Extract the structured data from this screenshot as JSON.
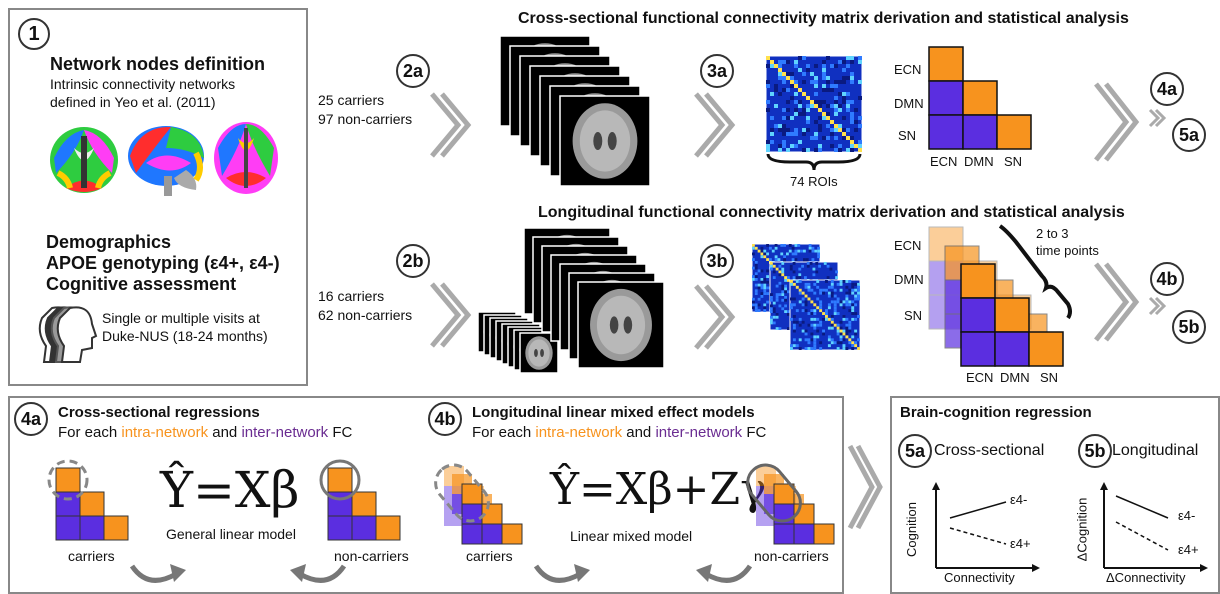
{
  "step1": {
    "number": "1",
    "title": "Network nodes definition",
    "desc_line1": "Intrinsic connectivity networks",
    "desc_line2": "defined in Yeo et al. (2011)",
    "demographics": "Demographics",
    "apoe": "APOE genotyping (ε4+, ε4-)",
    "cognitive": "Cognitive assessment",
    "visits_line1": "Single or multiple visits at",
    "visits_line2": "Duke-NUS (18-24 months)"
  },
  "cross": {
    "title": "Cross-sectional functional connectivity matrix derivation and statistical analysis",
    "step2": "2a",
    "carriers": "25 carriers",
    "noncarriers": "97 non-carriers",
    "step3": "3a",
    "rois": "74 ROIs",
    "step4": "4a",
    "step5": "5a"
  },
  "long": {
    "title": "Longitudinal functional connectivity matrix derivation and statistical analysis",
    "step2": "2b",
    "carriers": "16 carriers",
    "noncarriers": "62 non-carriers",
    "step3": "3b",
    "timepoints_line1": "2 to 3",
    "timepoints_line2": "time points",
    "step4": "4b",
    "step5": "5b"
  },
  "networks": {
    "ecn": "ECN",
    "dmn": "DMN",
    "sn": "SN"
  },
  "panel4a": {
    "badge": "4a",
    "title": "Cross-sectional regressions",
    "for_each": "For each ",
    "intra": "intra-network",
    "and": " and ",
    "inter": "inter-network",
    "fc": " FC",
    "model": "General linear model",
    "carriers": "carriers",
    "noncarriers": "non-carriers",
    "eq_lhs": "Ŷ",
    "eq_rhs": "=Xβ"
  },
  "panel4b": {
    "badge": "4b",
    "title": "Longitudinal linear mixed effect models",
    "for_each": "For each ",
    "intra": "intra-network",
    "and": " and ",
    "inter": "inter-network",
    "fc": " FC",
    "model": "Linear mixed model",
    "carriers": "carriers",
    "noncarriers": "non-carriers",
    "eq_lhs": "Ŷ",
    "eq_rhs": "=Xβ+Zγ"
  },
  "panel5": {
    "title": "Brain-cognition regression",
    "badge_a": "5a",
    "label_a": "Cross-sectional",
    "badge_b": "5b",
    "label_b": "Longitudinal",
    "ylabel_a": "Cognition",
    "xlabel_a": "Connectivity",
    "ylabel_b": "ΔCognition",
    "xlabel_b": "ΔConnectivity",
    "e4neg": "ε4-",
    "e4pos": "ε4+"
  },
  "colors": {
    "orange": "#f7931e",
    "purple": "#5b2ee0",
    "gray": "#888888"
  }
}
